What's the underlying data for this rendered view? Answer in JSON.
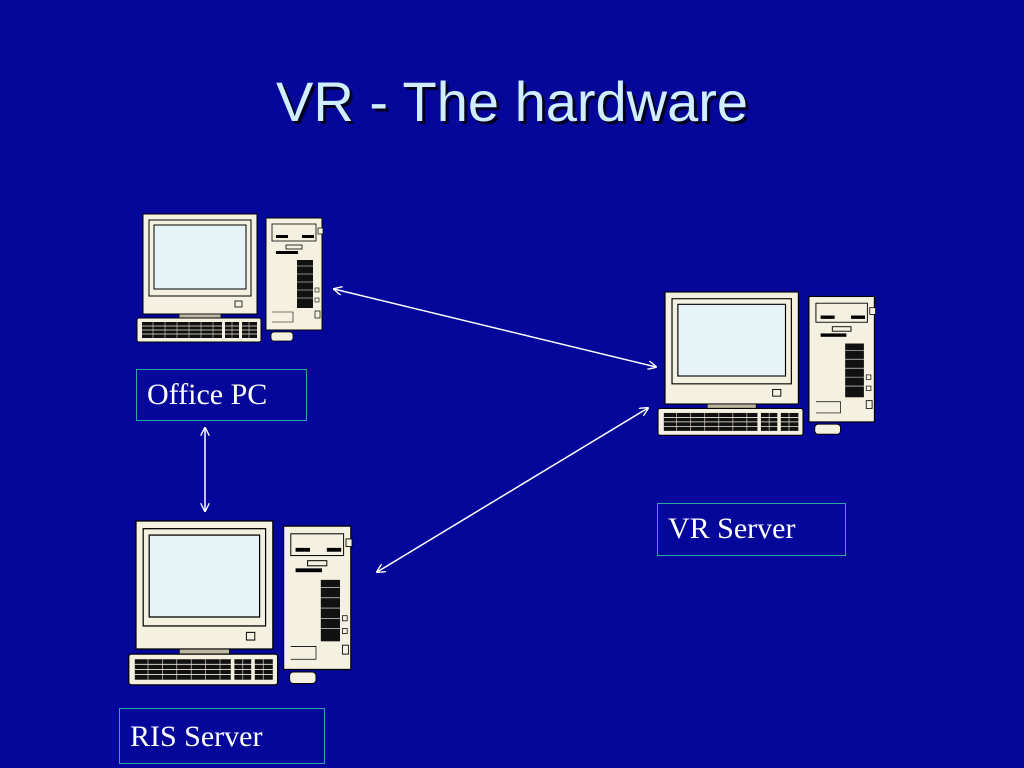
{
  "title": "VR - The hardware",
  "nodes": [
    {
      "id": "office-pc",
      "label": "Office PC",
      "icon": "desktop-computer-icon"
    },
    {
      "id": "vr-server",
      "label": "VR Server",
      "icon": "desktop-computer-icon"
    },
    {
      "id": "ris-server",
      "label": "RIS Server",
      "icon": "desktop-computer-icon"
    }
  ],
  "connections": [
    {
      "from": "office-pc",
      "to": "vr-server",
      "style": "double-arrow"
    },
    {
      "from": "office-pc",
      "to": "ris-server",
      "style": "double-arrow"
    },
    {
      "from": "ris-server",
      "to": "vr-server",
      "style": "double-arrow"
    }
  ],
  "colors": {
    "background": "#05079a",
    "title": "#cfeeff",
    "label_border": "#2fa6a0",
    "connector": "#ffffff",
    "computer_body": "#f5f1e0",
    "screen": "#e6f3f7"
  }
}
